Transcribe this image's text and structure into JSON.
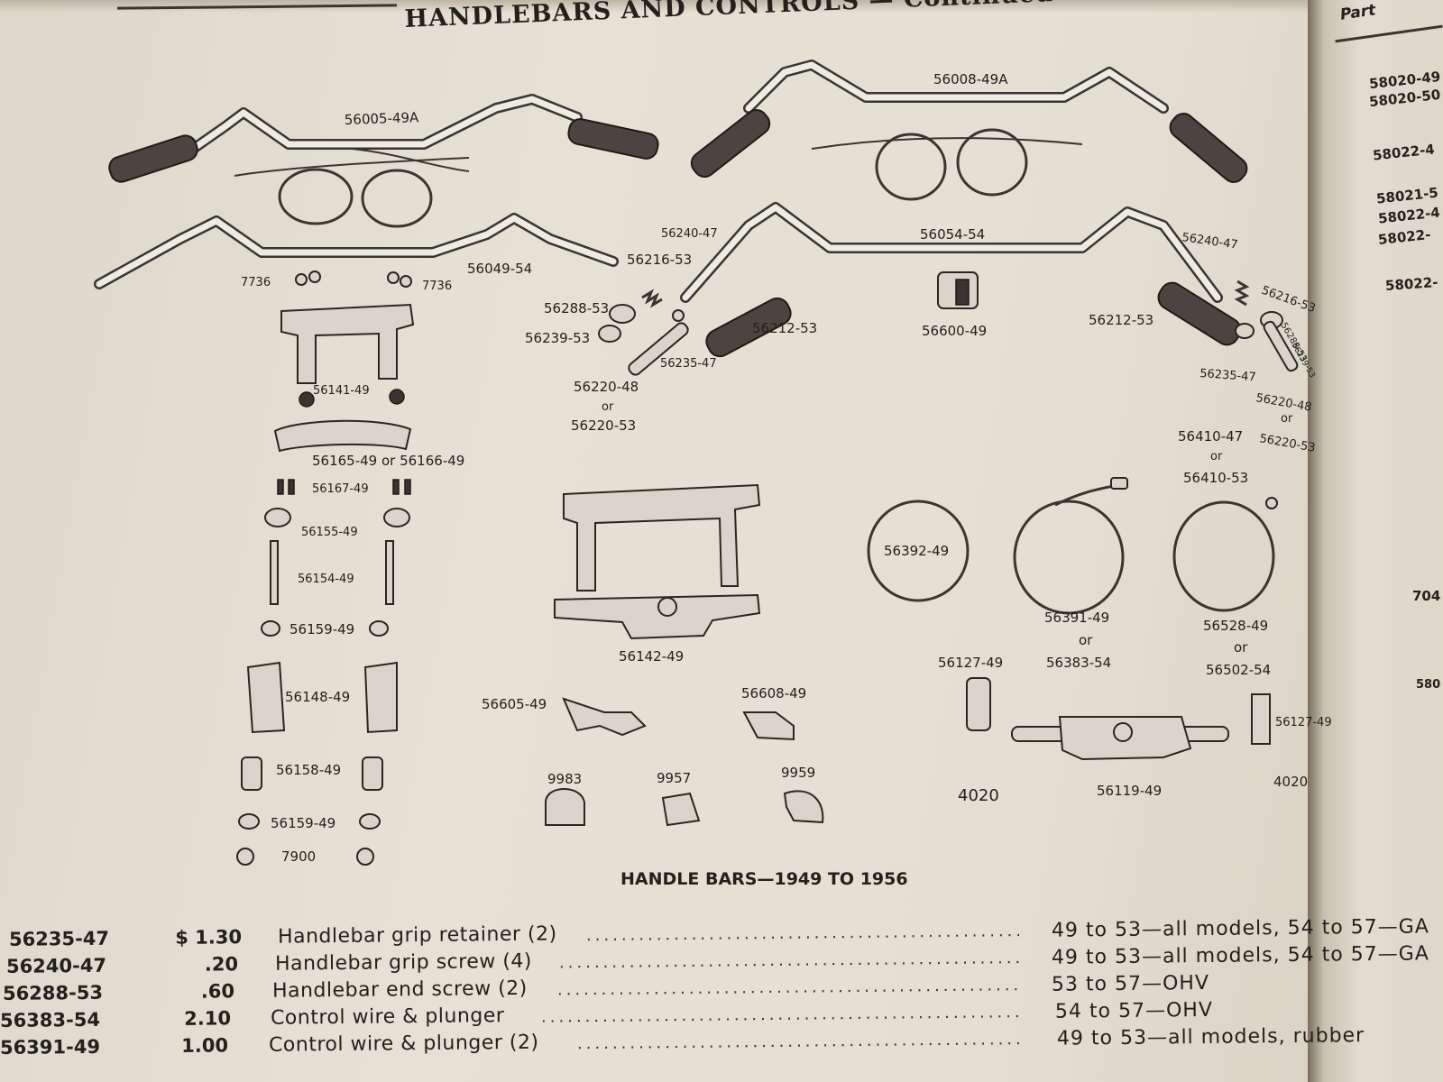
{
  "header": {
    "title": "HANDLEBARS AND CONTROLS — Continued",
    "corner_text": "Part"
  },
  "figure": {
    "caption": "HANDLE BARS—1949 TO 1956",
    "labels": {
      "bar_a": "56005-49A",
      "bar_b": "56008-49A",
      "bar_c": "56049-54",
      "bar_d": "56054-54",
      "l7736a": "7736",
      "l7736b": "7736",
      "l56141": "56141-49",
      "l56165": "56165-49 or 56166-49",
      "l56167": "56167-49",
      "l56155": "56155-49",
      "l56154": "56154-49",
      "l56159a": "56159-49",
      "l56148": "56148-49",
      "l56158": "56158-49",
      "l56159b": "56159-49",
      "l7900": "7900",
      "l56240a": "56240-47",
      "l56216a": "56216-53",
      "l56288a": "56288-53",
      "l56239a": "56239-53",
      "l56235a": "56235-47",
      "l56212a": "56212-53",
      "l56220a1": "56220-48",
      "or1": "or",
      "l56220a2": "56220-53",
      "l56600": "56600-49",
      "l56212b": "56212-53",
      "l56240b": "56240-47",
      "l56216b": "56216-53",
      "l56288b": "56288-53",
      "l56239b": "56239-53",
      "l56235b": "56235-47",
      "l56220b1": "56220-48",
      "or2": "or",
      "l56220b2": "56220-53",
      "l56410a": "56410-47",
      "or3": "or",
      "l56410b": "56410-53",
      "l56142": "56142-49",
      "l56392": "56392-49",
      "l56391": "56391-49",
      "or4": "or",
      "l56383": "56383-54",
      "l56528": "56528-49",
      "or5": "or",
      "l56502": "56502-54",
      "l56127a": "56127-49",
      "l56127b": "56127-49",
      "l4020a": "4020",
      "l4020b": "4020",
      "l56119": "56119-49",
      "l56605": "56605-49",
      "l56608": "56608-49",
      "l9983": "9983",
      "l9957": "9957",
      "l9959": "9959"
    }
  },
  "side_column": {
    "items": [
      "58020-49",
      "58020-50",
      "58022-4",
      "58021-5",
      "58022-4",
      "58022-",
      "58022-",
      "704",
      "580"
    ]
  },
  "parts_list": [
    {
      "part_no": "56235-47",
      "price": "$ 1.30",
      "description": "Handlebar grip retainer (2)",
      "application": "49 to 53—all models, 54 to 57—GA"
    },
    {
      "part_no": "56240-47",
      "price": ".20",
      "description": "Handlebar grip screw (4)",
      "application": "49 to 53—all models, 54 to 57—GA"
    },
    {
      "part_no": "56288-53",
      "price": ".60",
      "description": "Handlebar end screw (2)",
      "application": "53 to 57—OHV"
    },
    {
      "part_no": "56383-54",
      "price": "2.10",
      "description": "Control wire & plunger",
      "application": "54 to 57—OHV"
    },
    {
      "part_no": "56391-49",
      "price": "1.00",
      "description": "Control wire & plunger (2)",
      "application": "49 to 53—all models, rubber"
    }
  ]
}
